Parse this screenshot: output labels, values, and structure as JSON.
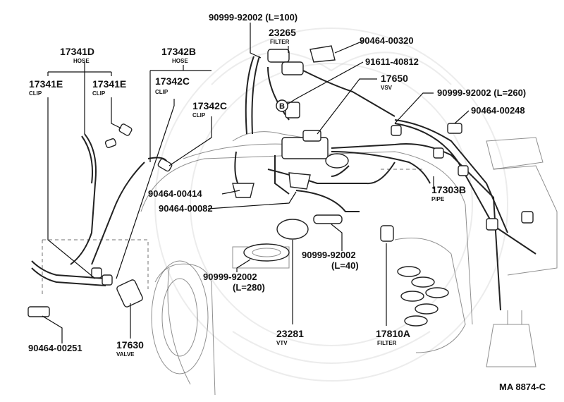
{
  "labels": {
    "hose_17341D": "17341D",
    "hose_17341D_sub": "HOSE",
    "hose_17342B": "17342B",
    "hose_17342B_sub": "HOSE",
    "clip_17341E_a": "17341E",
    "clip_17341E_a_sub": "CLIP",
    "clip_17341E_b": "17341E",
    "clip_17341E_b_sub": "CLIP",
    "clip_17342C_a": "17342C",
    "clip_17342C_a_sub": "CLIP",
    "clip_17342C_b": "17342C",
    "clip_17342C_b_sub": "CLIP",
    "hose_top": "90999-92002 (L=100)",
    "filter_23265": "23265",
    "filter_23265_sub": "FILTER",
    "bracket_320": "90464-00320",
    "bolt_91611": "91611-40812",
    "vsv_17650": "17650",
    "vsv_17650_sub": "VSV",
    "circle_ref": "B",
    "hose_260": "90999-92002 (L=260)",
    "clamp_248": "90464-00248",
    "clamp_414": "90464-00414",
    "clamp_082": "90464-00082",
    "pipe_17303B": "17303B",
    "pipe_17303B_sub": "PIPE",
    "hose_40": "90999-92002",
    "hose_40_len": "(L=40)",
    "hose_280": "90999-92002",
    "hose_280_len": "(L=280)",
    "vtv_23281": "23281",
    "vtv_23281_sub": "VTV",
    "filter_17810A": "17810A",
    "filter_17810A_sub": "FILTER",
    "valve_17630": "17630",
    "valve_17630_sub": "VALVE",
    "clamp_251": "90464-00251",
    "diagram_code": "MA 8874-C"
  }
}
